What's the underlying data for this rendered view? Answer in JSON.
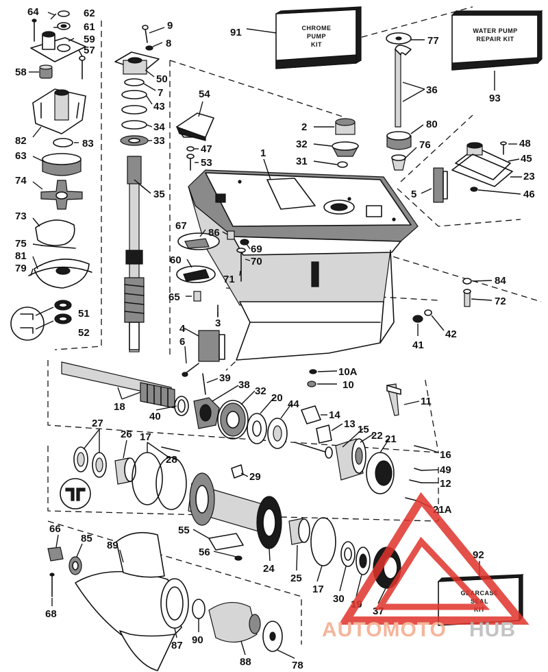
{
  "kits": {
    "chrome_pump": [
      "CHROME",
      "PUMP",
      "KIT"
    ],
    "water_pump": [
      "WATER PUMP",
      "REPAIR KIT"
    ],
    "gearcase_seal": [
      "GEARCASE",
      "SEAL",
      "KIT"
    ]
  },
  "callouts": {
    "c1": "1",
    "c2": "2",
    "c3": "3",
    "c4": "4",
    "c5": "5",
    "c6": "6",
    "c7": "7",
    "c8": "8",
    "c9": "9",
    "c10": "10",
    "c10a": "10A",
    "c11": "11",
    "c12": "12",
    "c13": "13",
    "c14": "14",
    "c15": "15",
    "c16": "16",
    "c17a": "17",
    "c17b": "17",
    "c18": "18",
    "c19": "19",
    "c20": "20",
    "c21": "21",
    "c21a": "21A",
    "c22": "22",
    "c23": "23",
    "c24": "24",
    "c25": "25",
    "c26": "26",
    "c27": "27",
    "c28": "28",
    "c29": "29",
    "c30": "30",
    "c31": "31",
    "c32a": "32",
    "c32b": "32",
    "c33": "33",
    "c34": "34",
    "c35": "35",
    "c36": "36",
    "c37": "37",
    "c38": "38",
    "c39": "39",
    "c40": "40",
    "c41": "41",
    "c42": "42",
    "c43": "43",
    "c44": "44",
    "c45": "45",
    "c46": "46",
    "c47": "47",
    "c48": "48",
    "c49": "49",
    "c50": "50",
    "c51": "51",
    "c52": "52",
    "c53": "53",
    "c54": "54",
    "c55": "55",
    "c56": "56",
    "c57": "57",
    "c58": "58",
    "c59": "59",
    "c60": "60",
    "c61": "61",
    "c62": "62",
    "c63": "63",
    "c64": "64",
    "c65": "65",
    "c66": "66",
    "c67": "67",
    "c68": "68",
    "c69": "69",
    "c70": "70",
    "c71": "71",
    "c72": "72",
    "c73": "73",
    "c74": "74",
    "c75": "75",
    "c76": "76",
    "c77": "77",
    "c78": "78",
    "c79": "79",
    "c80": "80",
    "c81": "81",
    "c82": "82",
    "c83": "83",
    "c84": "84",
    "c85": "85",
    "c86": "86",
    "c87": "87",
    "c88": "88",
    "c89": "89",
    "c90": "90",
    "c91": "91",
    "c92": "92",
    "c93": "93"
  },
  "watermark": {
    "part1": "AUTOMOTO",
    "part2": "HUB",
    "color_primary": "#f4a98a",
    "color_secondary": "#b9b9b9",
    "triangle_color": "#e0332b"
  }
}
